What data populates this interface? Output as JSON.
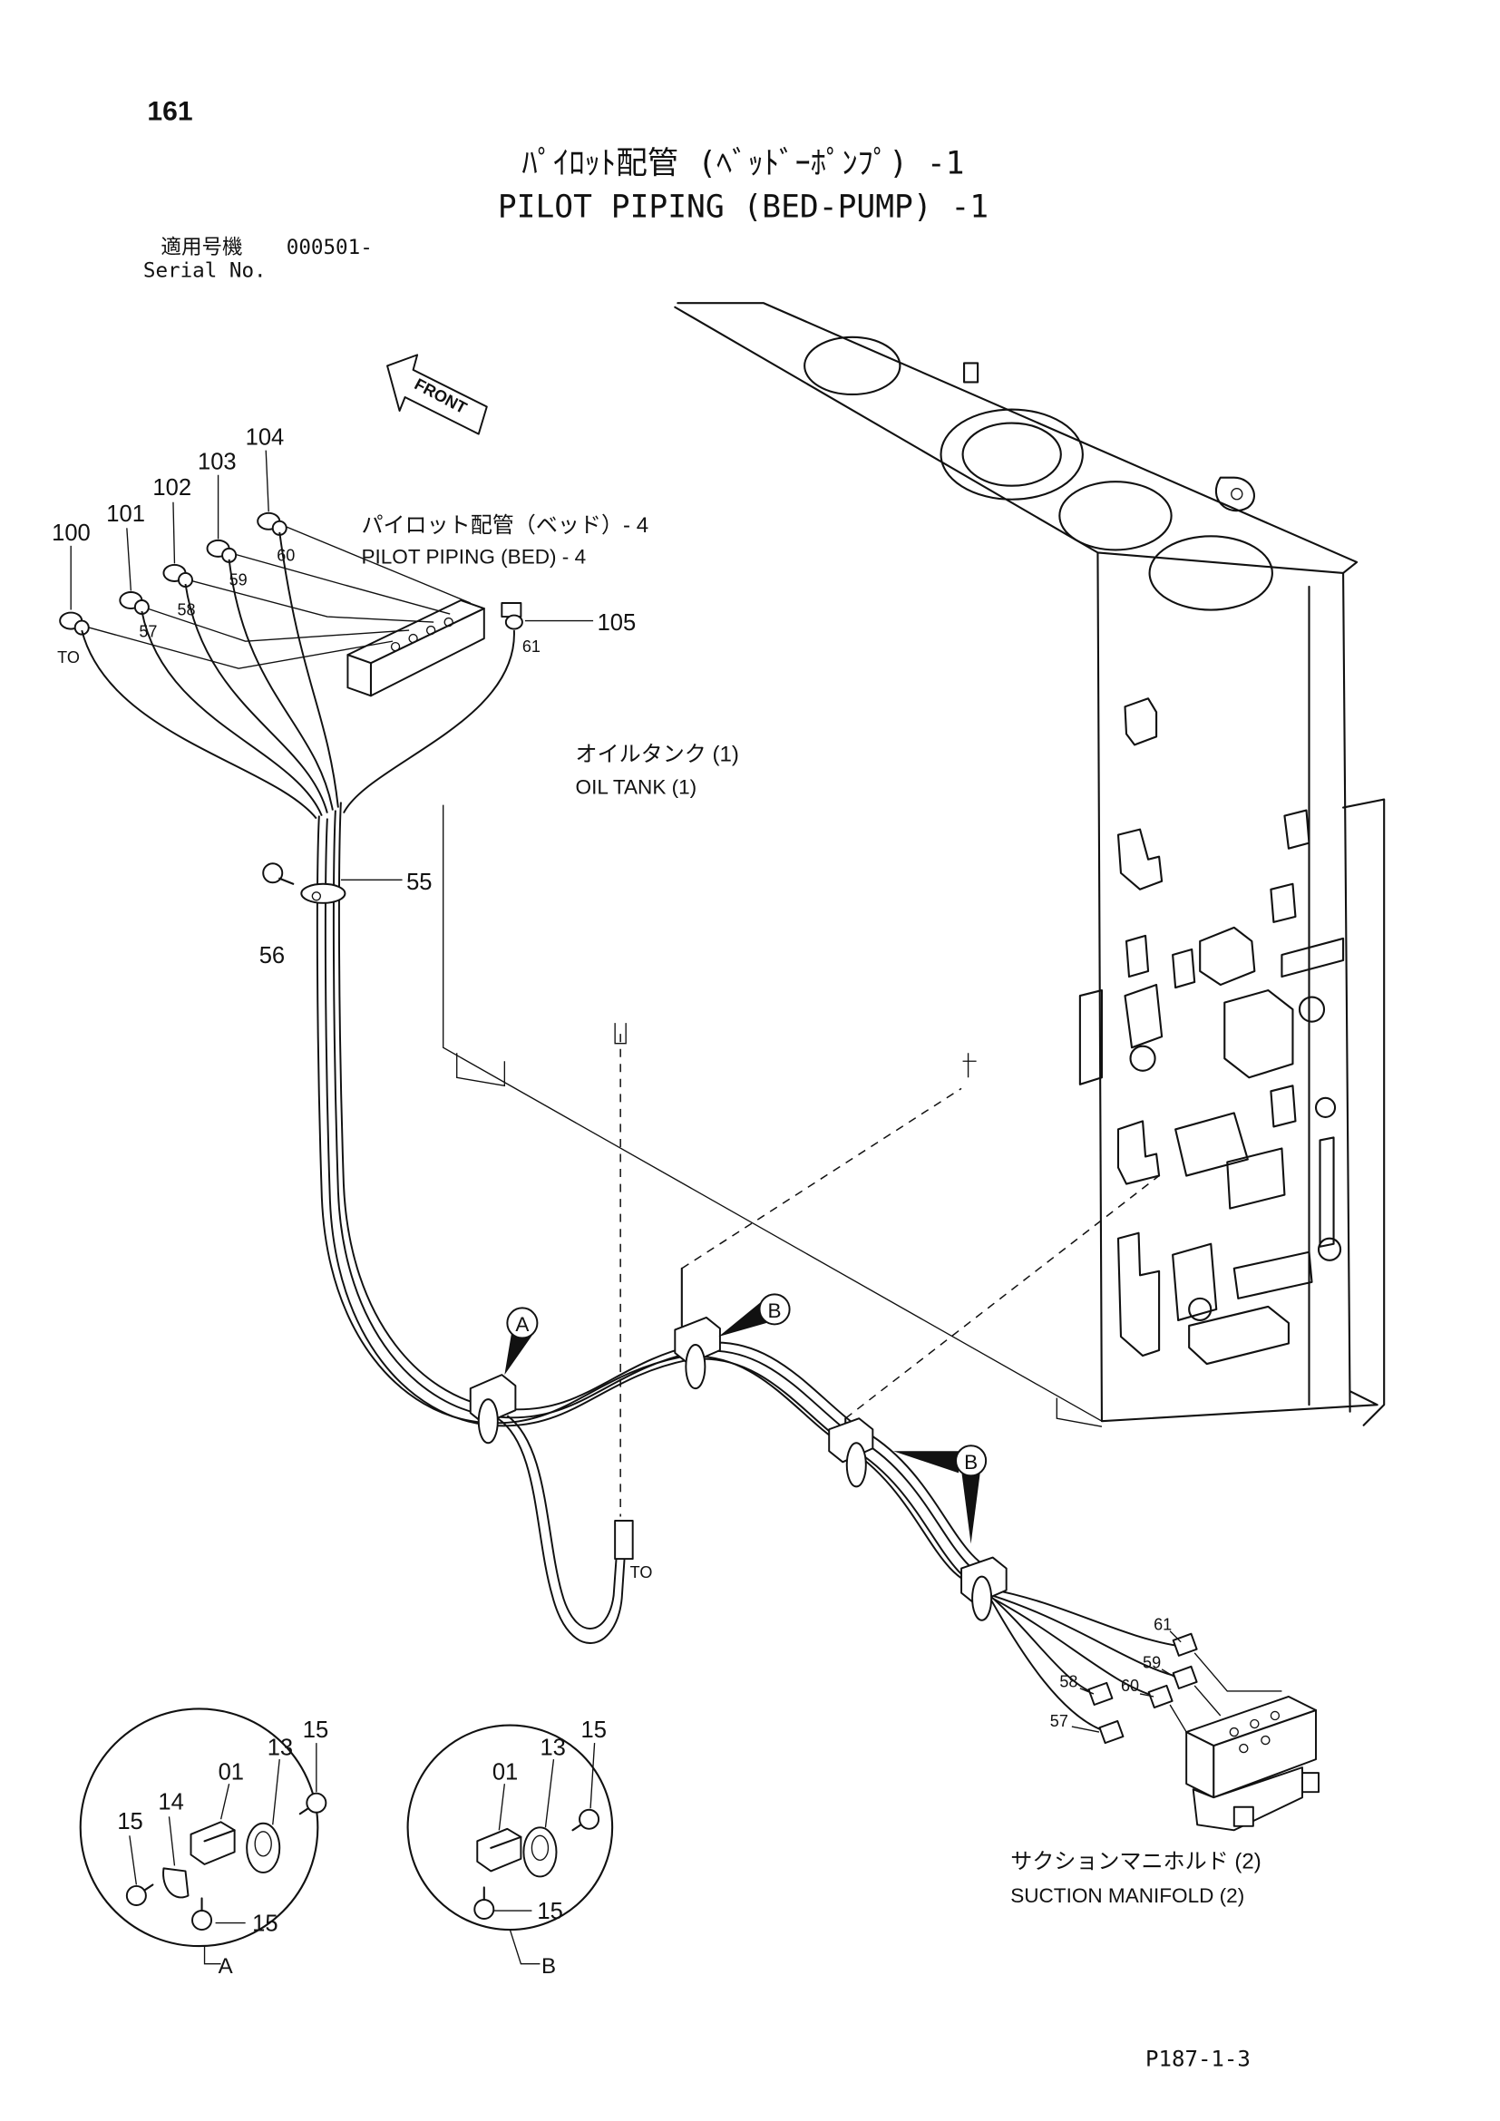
{
  "page_number": "161",
  "title_jp": "ﾊﾟｲﾛｯﾄ配管 (ﾍﾞｯﾄﾞｰﾎﾟﾝﾌﾟ) -1",
  "title_en": "PILOT PIPING (BED-PUMP) -1",
  "serial": {
    "label_jp": "適用号機",
    "value": "000501-",
    "label_en": "Serial No."
  },
  "front_label": "FRONT",
  "fittings": [
    "100",
    "101",
    "102",
    "103",
    "104",
    "105"
  ],
  "hose_upper": [
    "57",
    "58",
    "59",
    "60",
    "61"
  ],
  "to_label": "TO",
  "clamp_number": "55",
  "bolt_number": "56",
  "hose_lower": [
    "61",
    "59",
    "60",
    "58",
    "57"
  ],
  "markers": [
    "A",
    "B",
    "B"
  ],
  "labels": {
    "pilot_bed_jp": "パイロット配管（ベッド）- 4",
    "pilot_bed_en": "PILOT PIPING (BED) - 4",
    "oil_tank_jp": "オイルタンク (1)",
    "oil_tank_en": "OIL TANK (1)",
    "suction_jp": "サクションマニホルド (2)",
    "suction_en": "SUCTION MANIFOLD (2)"
  },
  "detail_a": {
    "letter": "A",
    "parts": [
      "15",
      "13",
      "01",
      "14",
      "15",
      "15"
    ]
  },
  "detail_b": {
    "letter": "B",
    "parts": [
      "15",
      "13",
      "01",
      "15"
    ]
  },
  "page_code": "P187-1-3"
}
